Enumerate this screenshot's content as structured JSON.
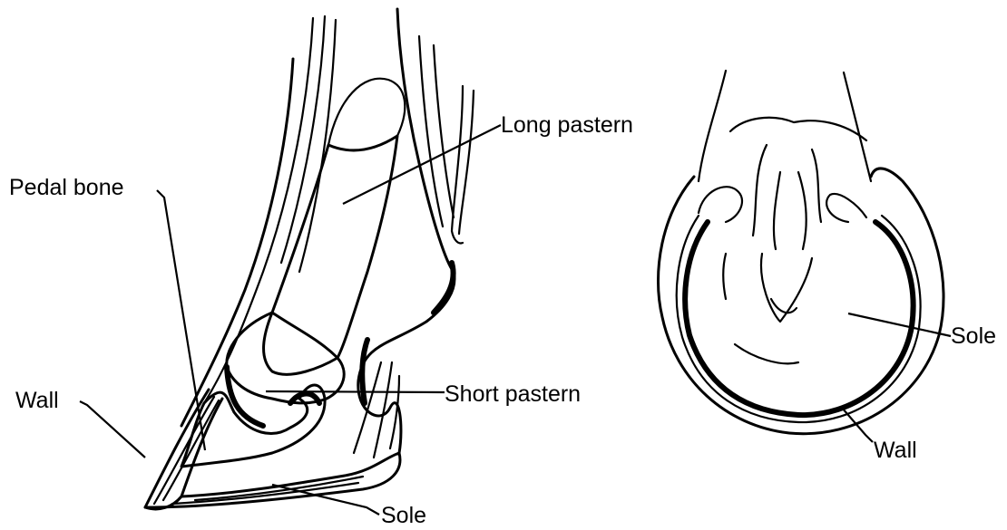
{
  "side_view": {
    "labels": {
      "long_pastern": "Long pastern",
      "pedal_bone": "Pedal bone",
      "wall": "Wall",
      "short_pastern": "Short pastern",
      "sole": "Sole"
    }
  },
  "sole_view": {
    "labels": {
      "sole": "Sole",
      "wall": "Wall"
    }
  }
}
